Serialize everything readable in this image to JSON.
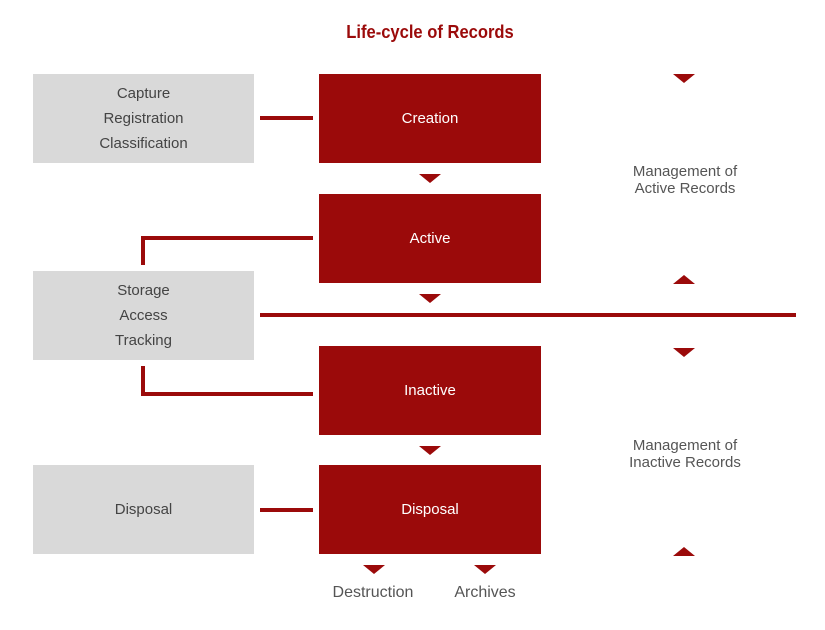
{
  "title": "Life-cycle of Records",
  "left_boxes": {
    "capture": {
      "lines": [
        "Capture",
        "Registration",
        "Classification"
      ]
    },
    "storage": {
      "lines": [
        "Storage",
        "Access",
        "Tracking"
      ]
    },
    "disposal": {
      "lines": [
        "Disposal"
      ]
    }
  },
  "stages": {
    "creation": "Creation",
    "active": "Active",
    "inactive": "Inactive",
    "disposal": "Disposal"
  },
  "notes": {
    "active_mgmt": [
      "Management of",
      "Active Records"
    ],
    "inactive_mgmt": [
      "Management of",
      "Inactive Records"
    ]
  },
  "outcomes": {
    "destruction": "Destruction",
    "archives": "Archives"
  },
  "colors": {
    "accent": "#9b0a0a",
    "gray_box": "#d9d9d9",
    "text": "#444444"
  }
}
